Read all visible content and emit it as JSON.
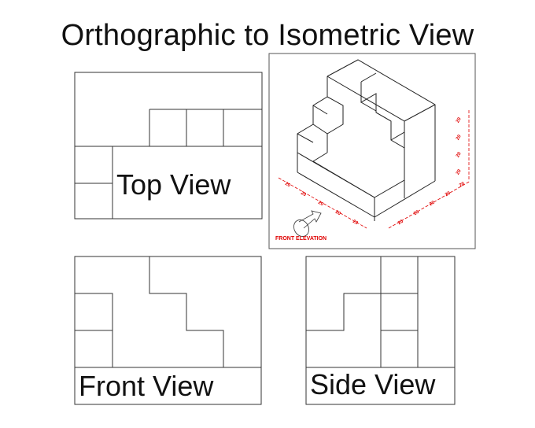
{
  "title": "Orthographic to Isometric View",
  "views": {
    "top": "Top View",
    "front": "Front View",
    "side": "Side View"
  },
  "isometric": {
    "front_elevation_label": "FRONT ELEVATION",
    "dim_left": [
      "20",
      "20",
      "20",
      "20",
      "20"
    ],
    "dim_right": [
      "20",
      "20",
      "20",
      "20",
      "20"
    ],
    "dim_vertical": [
      "20",
      "20",
      "20",
      "20"
    ]
  },
  "colors": {
    "line": "#333333",
    "dimension": "#e00000"
  }
}
